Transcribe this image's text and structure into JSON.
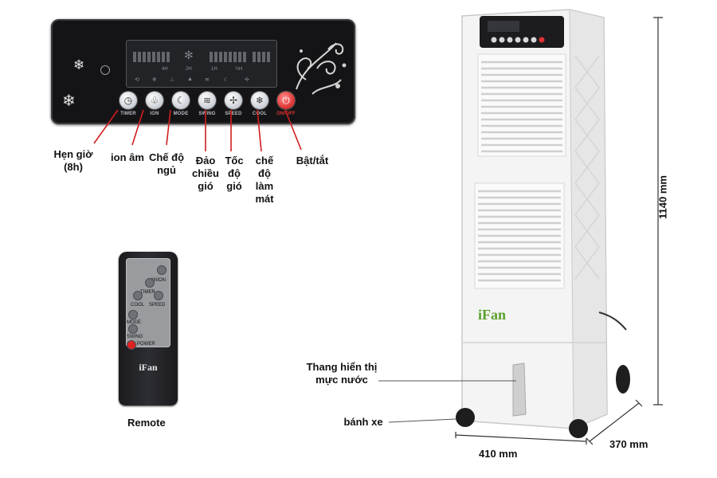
{
  "panel": {
    "timer_hours": [
      "4H",
      "2H",
      "1H",
      "½H"
    ],
    "buttons": [
      {
        "label": "TIMER",
        "icon": "clock-icon",
        "glyph": "◷"
      },
      {
        "label": "ION",
        "icon": "anion-icon",
        "glyph": "♧"
      },
      {
        "label": "MODE",
        "icon": "moon-mode-icon",
        "glyph": "☾"
      },
      {
        "label": "SWING",
        "icon": "swing-icon",
        "glyph": "≋"
      },
      {
        "label": "SPEED",
        "icon": "fan-icon",
        "glyph": "✢"
      },
      {
        "label": "COOL",
        "icon": "snowflake-icon",
        "glyph": "❄"
      },
      {
        "label": "ON/OFF",
        "icon": "power-icon",
        "glyph": "⏻"
      }
    ],
    "accent_red": "#d11e1e"
  },
  "callouts": {
    "timer": [
      "Hẹn giờ",
      "(8h)"
    ],
    "ion": "ion âm",
    "mode": [
      "Chế độ",
      "ngủ"
    ],
    "swing": [
      "Đảo",
      "chiều",
      "gió"
    ],
    "speed": [
      "Tốc",
      "độ",
      "gió"
    ],
    "cool": [
      "chế",
      "độ",
      "làm",
      "mát"
    ],
    "power": "Bật/tắt"
  },
  "remote": {
    "buttons": [
      "ANION",
      "TIMER",
      "COOL",
      "SPEED",
      "MODE",
      "SWING",
      "POWER"
    ],
    "brand": "iFan",
    "caption": "Remote"
  },
  "cooler": {
    "brand": "iFan",
    "water_gauge_label": [
      "Thang hiển thị",
      "mực nước"
    ],
    "wheel_label": "bánh xe",
    "height": "1140 mm",
    "width": "410 mm",
    "depth": "370 mm",
    "brand_color": "#5aa12a"
  }
}
